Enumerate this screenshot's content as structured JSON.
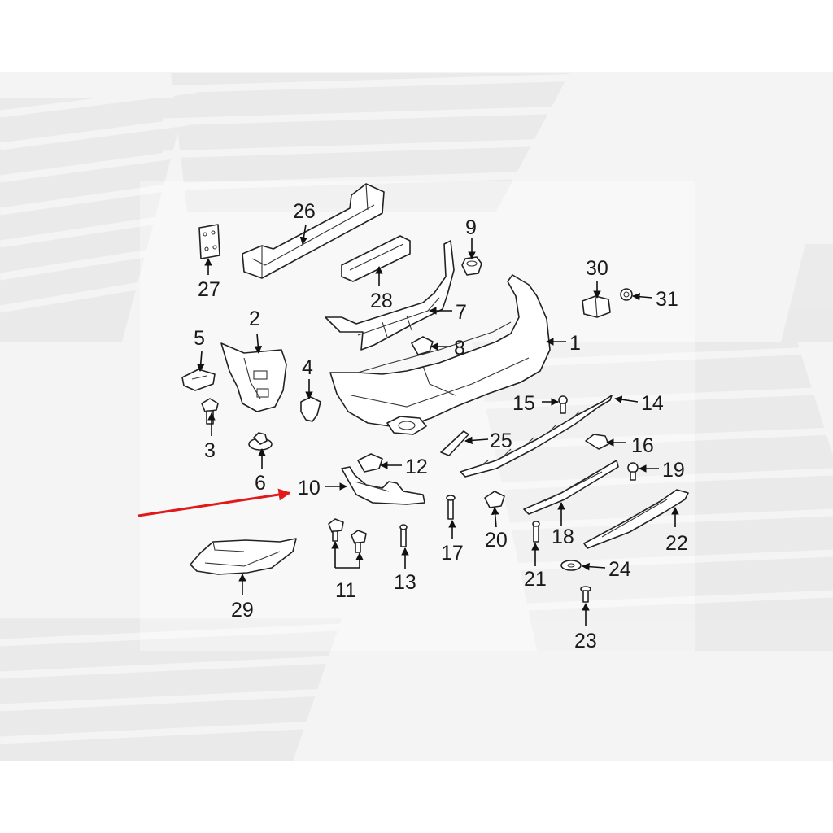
{
  "diagram": {
    "callouts": [
      {
        "key": "c1",
        "text": "1"
      },
      {
        "key": "c2",
        "text": "2"
      },
      {
        "key": "c3",
        "text": "3"
      },
      {
        "key": "c4",
        "text": "4"
      },
      {
        "key": "c5",
        "text": "5"
      },
      {
        "key": "c6",
        "text": "6"
      },
      {
        "key": "c7",
        "text": "7"
      },
      {
        "key": "c8",
        "text": "8"
      },
      {
        "key": "c9",
        "text": "9"
      },
      {
        "key": "c10",
        "text": "10"
      },
      {
        "key": "c11",
        "text": "11"
      },
      {
        "key": "c12",
        "text": "12"
      },
      {
        "key": "c13",
        "text": "13"
      },
      {
        "key": "c14",
        "text": "14"
      },
      {
        "key": "c15",
        "text": "15"
      },
      {
        "key": "c16",
        "text": "16"
      },
      {
        "key": "c17",
        "text": "17"
      },
      {
        "key": "c18",
        "text": "18"
      },
      {
        "key": "c19",
        "text": "19"
      },
      {
        "key": "c20",
        "text": "20"
      },
      {
        "key": "c21",
        "text": "21"
      },
      {
        "key": "c22",
        "text": "22"
      },
      {
        "key": "c23",
        "text": "23"
      },
      {
        "key": "c24",
        "text": "24"
      },
      {
        "key": "c25",
        "text": "25"
      },
      {
        "key": "c26",
        "text": "26"
      },
      {
        "key": "c27",
        "text": "27"
      },
      {
        "key": "c28",
        "text": "28"
      },
      {
        "key": "c29",
        "text": "29"
      },
      {
        "key": "c30",
        "text": "30"
      },
      {
        "key": "c31",
        "text": "31"
      }
    ],
    "highlighted_part": "10",
    "colors": {
      "highlight_arrow": "#e0191b",
      "line": "#222222",
      "background_band": "#f4f4f4",
      "watermark": "#e6e6e6"
    }
  }
}
